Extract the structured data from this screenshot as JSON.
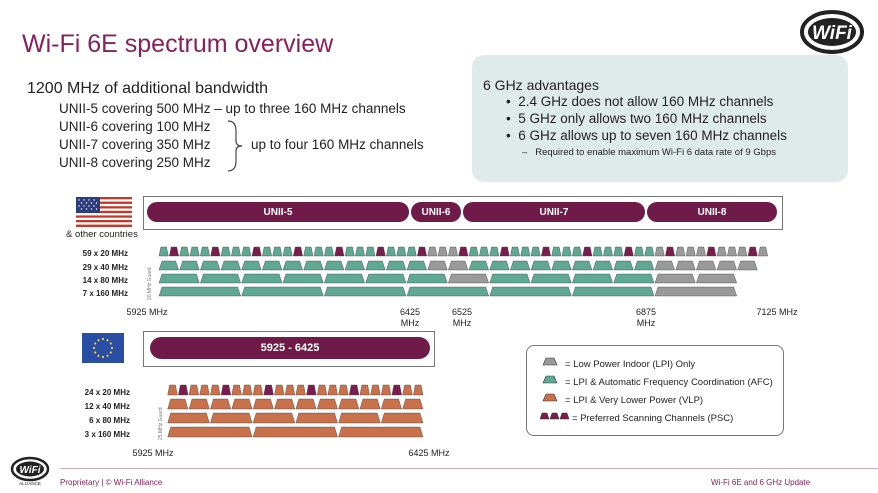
{
  "title": "Wi-Fi 6E spectrum overview",
  "bandwidth": {
    "heading": "1200 MHz of additional bandwidth",
    "lines": [
      "UNII-5  covering 500 MHz – up to three 160 MHz channels",
      "UNII-6  covering 100 MHz",
      "UNII-7  covering 350 MHz",
      "UNII-8  covering 250 MHz"
    ],
    "brace_text": "up to four 160 MHz channels"
  },
  "advantages": {
    "heading": "6 GHz advantages",
    "items": [
      "2.4 GHz does not allow 160 MHz channels",
      "5 GHz only allows two 160 MHz channels",
      "6 GHz allows up to seven 160 MHz channels"
    ],
    "sub": "Required to enable maximum  Wi-Fi 6 data rate of 9 Gbps"
  },
  "us_section": {
    "flag": "us-flag-icon",
    "caption": "& other countries",
    "bands": [
      "UNII-5",
      "UNII-6",
      "UNII-7",
      "UNII-8"
    ],
    "rows": [
      "59 x 20 MHz",
      "29 x 40 MHz",
      "14 x 80 MHz",
      "7 x 160 MHz"
    ],
    "guard_label": "20 MHz Guard",
    "freqs": [
      "5925 MHz",
      "6425\nMHz",
      "6525\nMHz",
      "6875\nMHz",
      "7125 MHz"
    ]
  },
  "eu_section": {
    "flag": "eu-flag-icon",
    "band": "5925 - 6425",
    "rows": [
      "24 x 20 MHz",
      "12 x 40 MHz",
      "6 x 80 MHz",
      "3 x 160 MHz"
    ],
    "guard_label": "25 MHz Guard",
    "freqs": [
      "5925 MHz",
      "6425 MHz"
    ]
  },
  "legend": {
    "items": [
      "= Low Power Indoor (LPI) Only",
      "= LPI & Automatic Frequency Coordination (AFC)",
      "= LPI & Very Lower Power (VLP)",
      "= Preferred Scanning Channels (PSC)"
    ]
  },
  "colors": {
    "accent": "#6f1a48",
    "gray": "#9a9a9a",
    "teal": "#5fa892",
    "orange": "#c8714a",
    "psc": "#7a1d4e",
    "box": "#dfebe8"
  },
  "footer": {
    "left": "Proprietary | © Wi-Fi Alliance",
    "right": "Wi-Fi 6E and 6 GHz Update"
  },
  "logo": {
    "text": "WiFi",
    "sub": "ALLIANCE"
  }
}
